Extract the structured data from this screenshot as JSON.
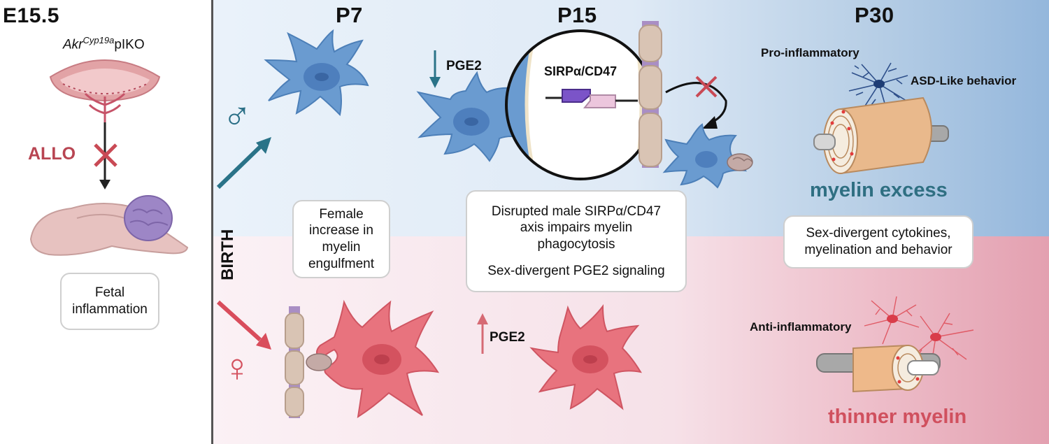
{
  "left": {
    "stage": "E15.5",
    "genotype_italic": "Akr",
    "genotype_sup": "Cyp19a",
    "genotype_rest": "pIKO",
    "allo": "ALLO",
    "fetal_box": "Fetal inflammation"
  },
  "stages": {
    "p7": "P7",
    "p15": "P15",
    "p30": "P30"
  },
  "birth": "BIRTH",
  "male_symbol": "♂",
  "female_symbol": "♀",
  "male": {
    "pge2": "PGE2",
    "sirp": "SIRPα/CD47",
    "pro_inflammatory": "Pro-inflammatory",
    "asd": "ASD-Like behavior",
    "myelin_excess": "myelin excess"
  },
  "female": {
    "pge2": "PGE2",
    "anti_inflammatory": "Anti-inflammatory",
    "thinner_myelin": "thinner myelin"
  },
  "boxes": {
    "female_engulf": "Female increase in myelin engulfment",
    "disrupted": "Disrupted male SIRPα/CD47 axis impairs myelin phagocytosis",
    "sex_pge2": "Sex-divergent PGE2 signaling",
    "cytokines": "Sex-divergent cytokines, myelination and behavior"
  },
  "colors": {
    "male_cell": "#6a9bd0",
    "female_cell": "#e8737e",
    "teal": "#2a6f86",
    "red_x": "#c94a55",
    "myelin_excess_text": "#2f6f82",
    "thinner_text": "#d0505e"
  }
}
